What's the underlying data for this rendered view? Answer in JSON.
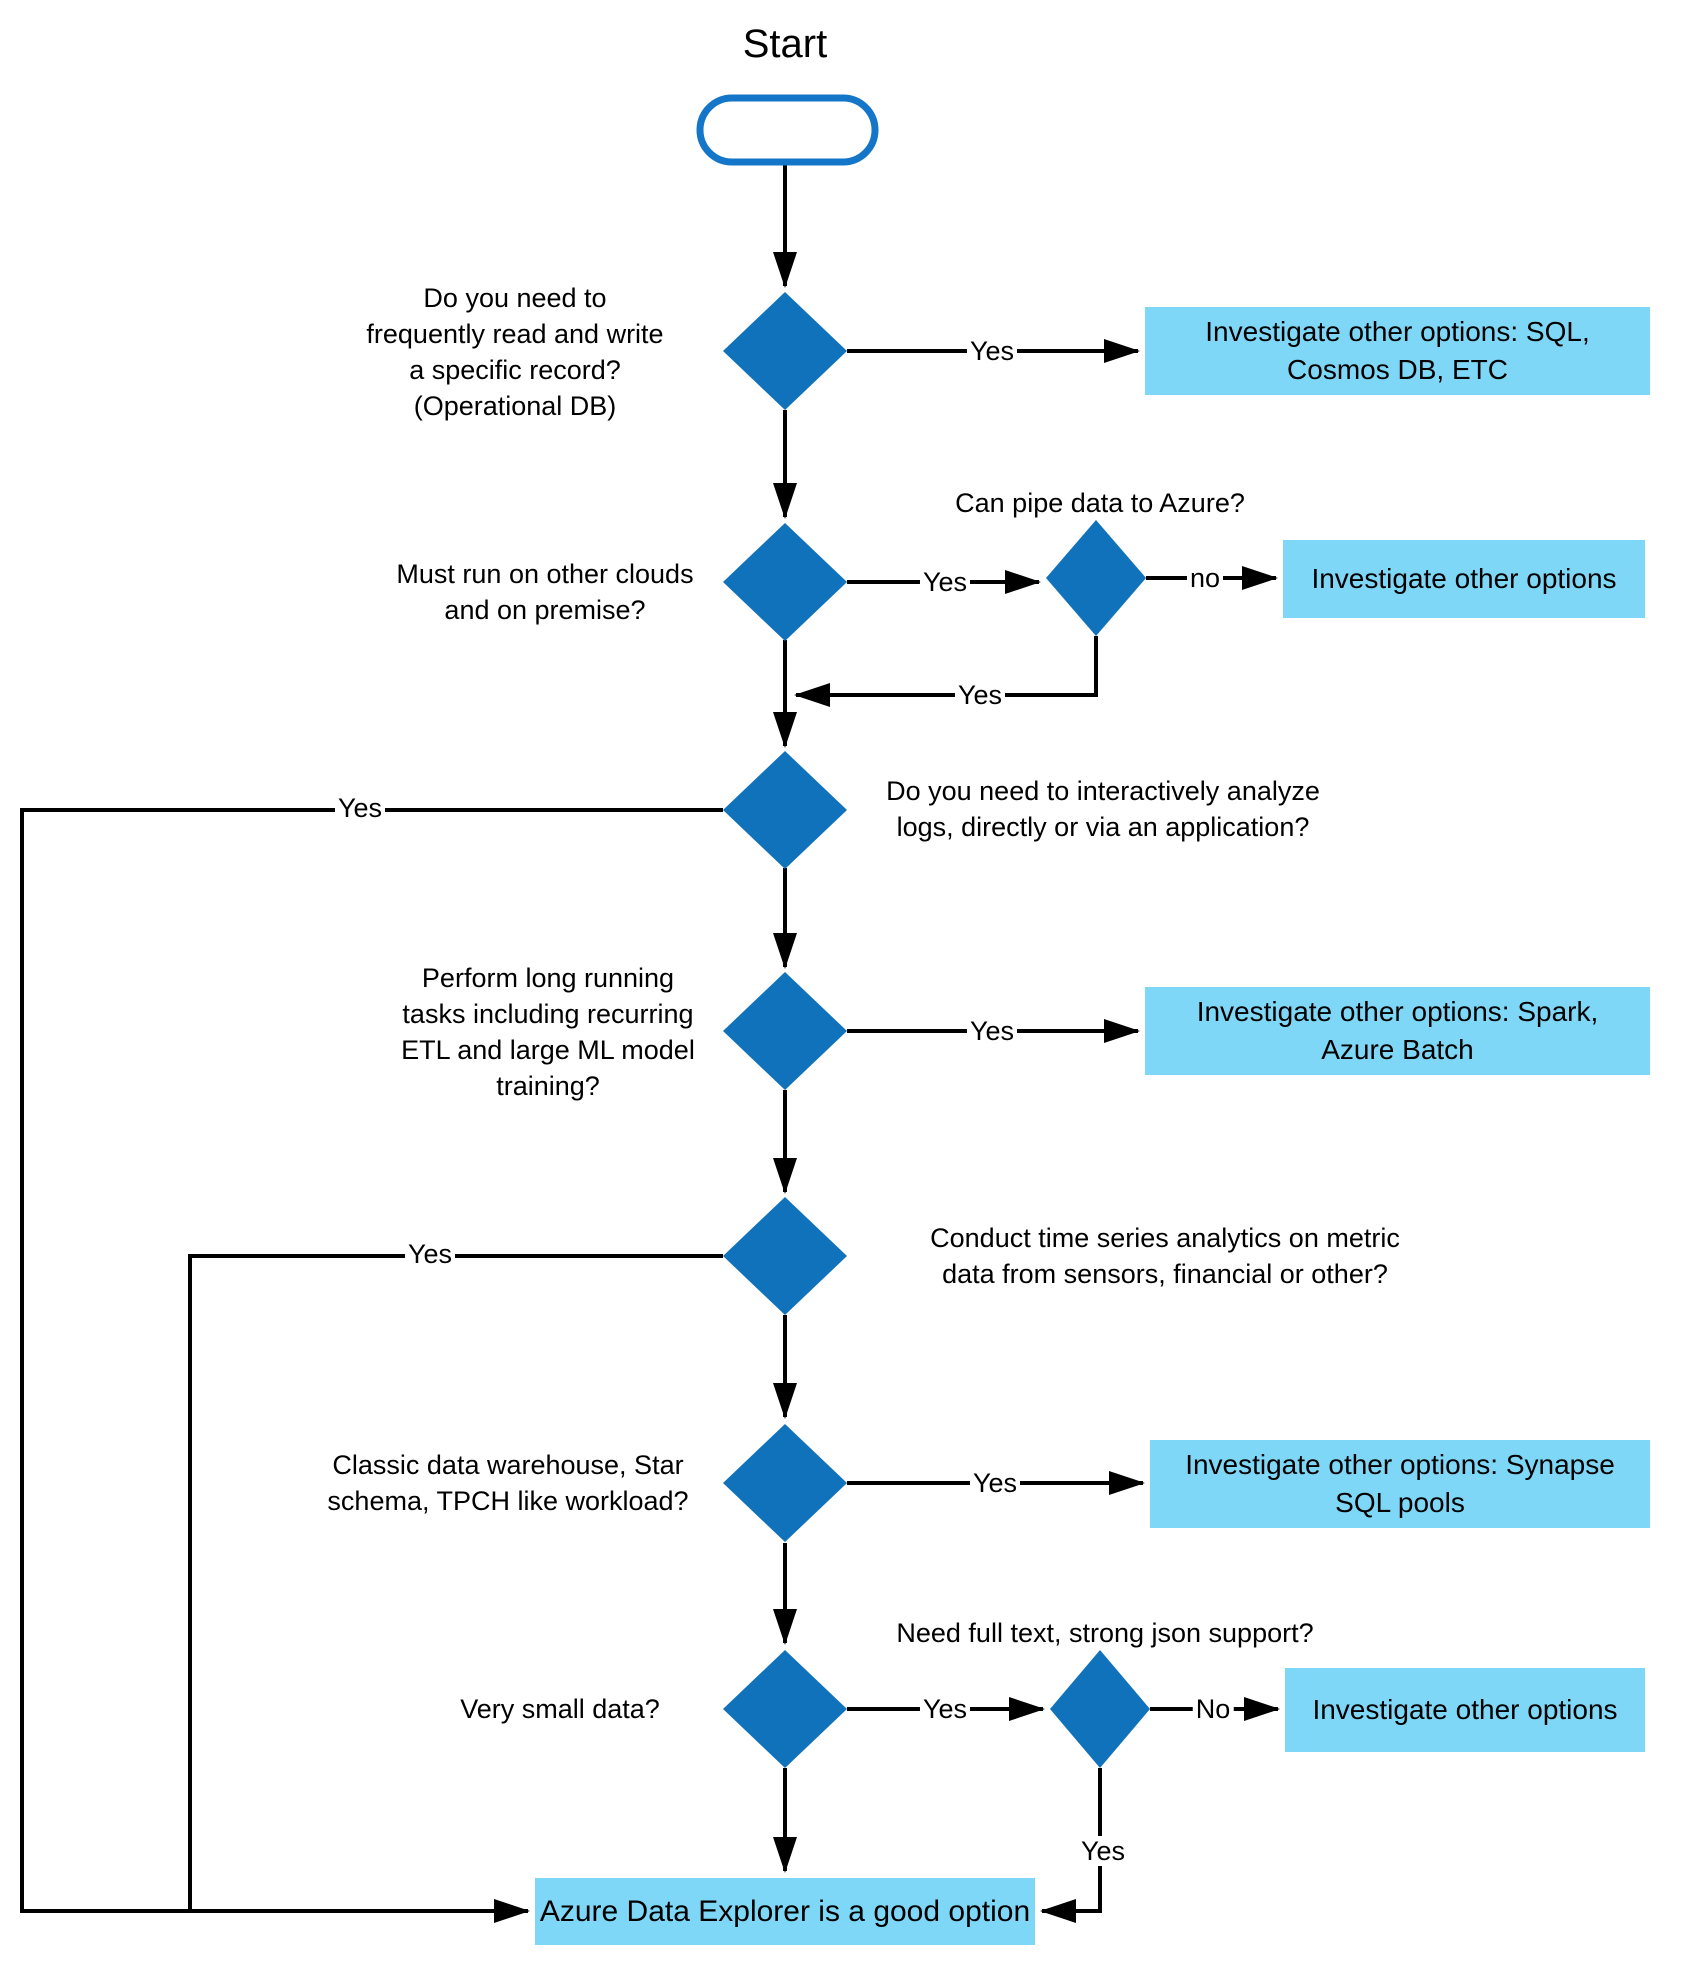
{
  "colors": {
    "diamond_fill": "#1172BC",
    "start_outline": "#1476C8",
    "result_box_fill": "#7ED7F6",
    "line": "#000000",
    "text": "#000000"
  },
  "start": {
    "label": "Start"
  },
  "questions": {
    "operational_db": {
      "lines": [
        "Do you need to",
        "frequently read and write",
        "a specific record?",
        "(Operational DB)"
      ]
    },
    "other_clouds": {
      "lines": [
        "Must run on other clouds",
        "and on premise?"
      ]
    },
    "pipe_to_azure": {
      "lines": [
        "Can pipe data to Azure?"
      ]
    },
    "interactive_logs": {
      "lines": [
        "Do you need to interactively analyze",
        "logs, directly or via an application?"
      ]
    },
    "long_running": {
      "lines": [
        "Perform long running",
        "tasks including recurring",
        "ETL and large ML model",
        "training?"
      ]
    },
    "time_series": {
      "lines": [
        "Conduct time series analytics on metric",
        "data from sensors, financial or other?"
      ]
    },
    "classic_dw": {
      "lines": [
        "Classic data warehouse, Star",
        "schema, TPCH like workload?"
      ]
    },
    "small_data": {
      "lines": [
        "Very small data?"
      ]
    },
    "full_text_json": {
      "lines": [
        "Need full text, strong json support?"
      ]
    }
  },
  "results": {
    "sql_cosmos": {
      "lines": [
        "Investigate other options: SQL,",
        "Cosmos DB, ETC"
      ]
    },
    "other_options_top": {
      "lines": [
        "Investigate other options"
      ]
    },
    "spark_batch": {
      "lines": [
        "Investigate other options: Spark,",
        "Azure Batch"
      ]
    },
    "synapse": {
      "lines": [
        "Investigate other options: Synapse",
        "SQL pools"
      ]
    },
    "other_options_bottom": {
      "lines": [
        "Investigate other options"
      ]
    },
    "adx": {
      "lines": [
        "Azure Data Explorer is a good option"
      ]
    }
  },
  "edge_labels": {
    "q1_yes": "Yes",
    "q2_yes": "Yes",
    "q2b_no": "no",
    "q2b_yes": "Yes",
    "q3_yes": "Yes",
    "q4_yes": "Yes",
    "q5_yes": "Yes",
    "q6_yes": "Yes",
    "q7_yes": "Yes",
    "q7b_no": "No",
    "q7b_yes": "Yes"
  }
}
